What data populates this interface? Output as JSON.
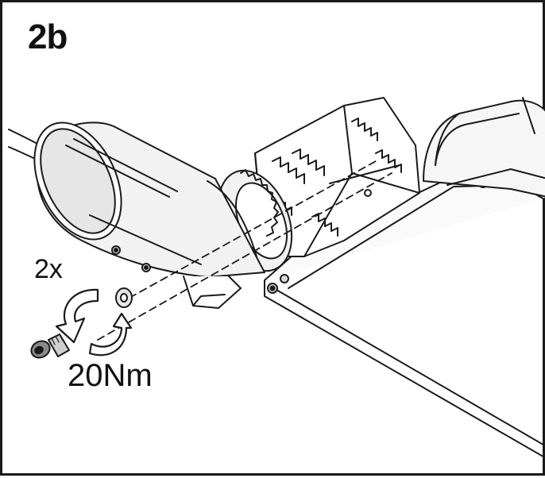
{
  "step": {
    "label": "2b"
  },
  "instruction": {
    "count": "2x",
    "torque": "20Nm"
  },
  "icons": [
    "cable-icon",
    "sleeve-icon",
    "housing-icon",
    "screw-icon",
    "washer-icon",
    "rotate-arrow-icon"
  ],
  "colors": {
    "line": "#1a1a1a",
    "fill_light": "#f2f2f2",
    "fill_mid": "#d9d9d9",
    "fill_dark": "#8a8a8a"
  }
}
